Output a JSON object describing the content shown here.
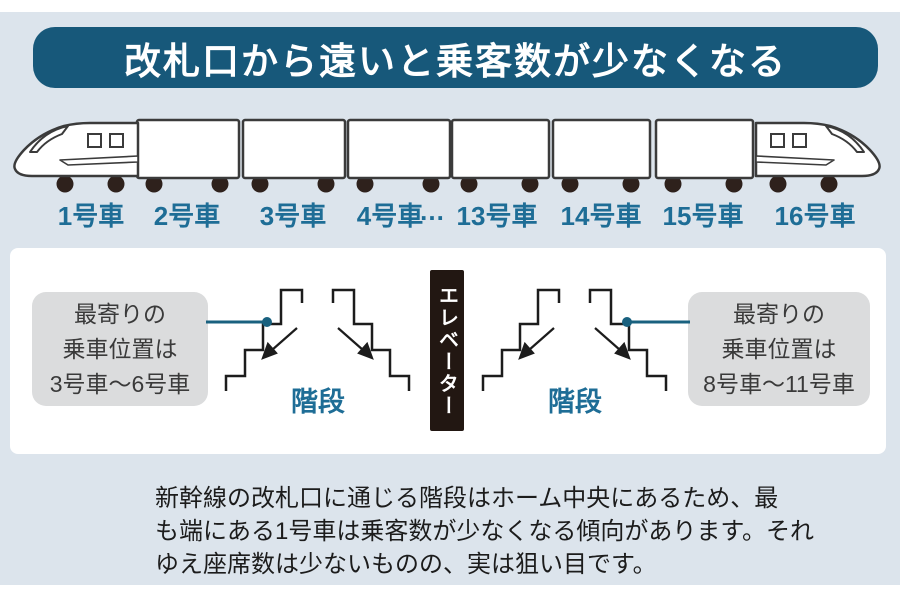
{
  "colors": {
    "teal": "#17587a",
    "label": "#1e6d96",
    "line": "#19617f",
    "ink": "#1c1c1c",
    "card": "#dce4ec",
    "note": "#dbdcdd",
    "black": "#221712"
  },
  "title": {
    "text": "改札口から遠いと乗客数が少なくなる"
  },
  "train": {
    "labels": [
      "1号車",
      "2号車",
      "3号車",
      "4号車",
      "…",
      "13号車",
      "14号車",
      "15号車",
      "16号車"
    ]
  },
  "platform": {
    "left_note": {
      "lines": [
        "最寄りの",
        "乗車位置は",
        "3号車～6号車"
      ]
    },
    "right_note": {
      "lines": [
        "最寄りの",
        "乗車位置は",
        "8号車～11号車"
      ]
    },
    "stairs_label_left": "階段",
    "stairs_label_right": "階段",
    "elevator_label": "エレベーター"
  },
  "caption": {
    "lines": [
      "新幹線の改札口に通じる階段はホーム中央にあるため、最",
      "も端にある1号車は乗客数が少なくなる傾向があります。それ",
      "ゆえ座席数は少ないものの、実は狙い目です。"
    ]
  }
}
